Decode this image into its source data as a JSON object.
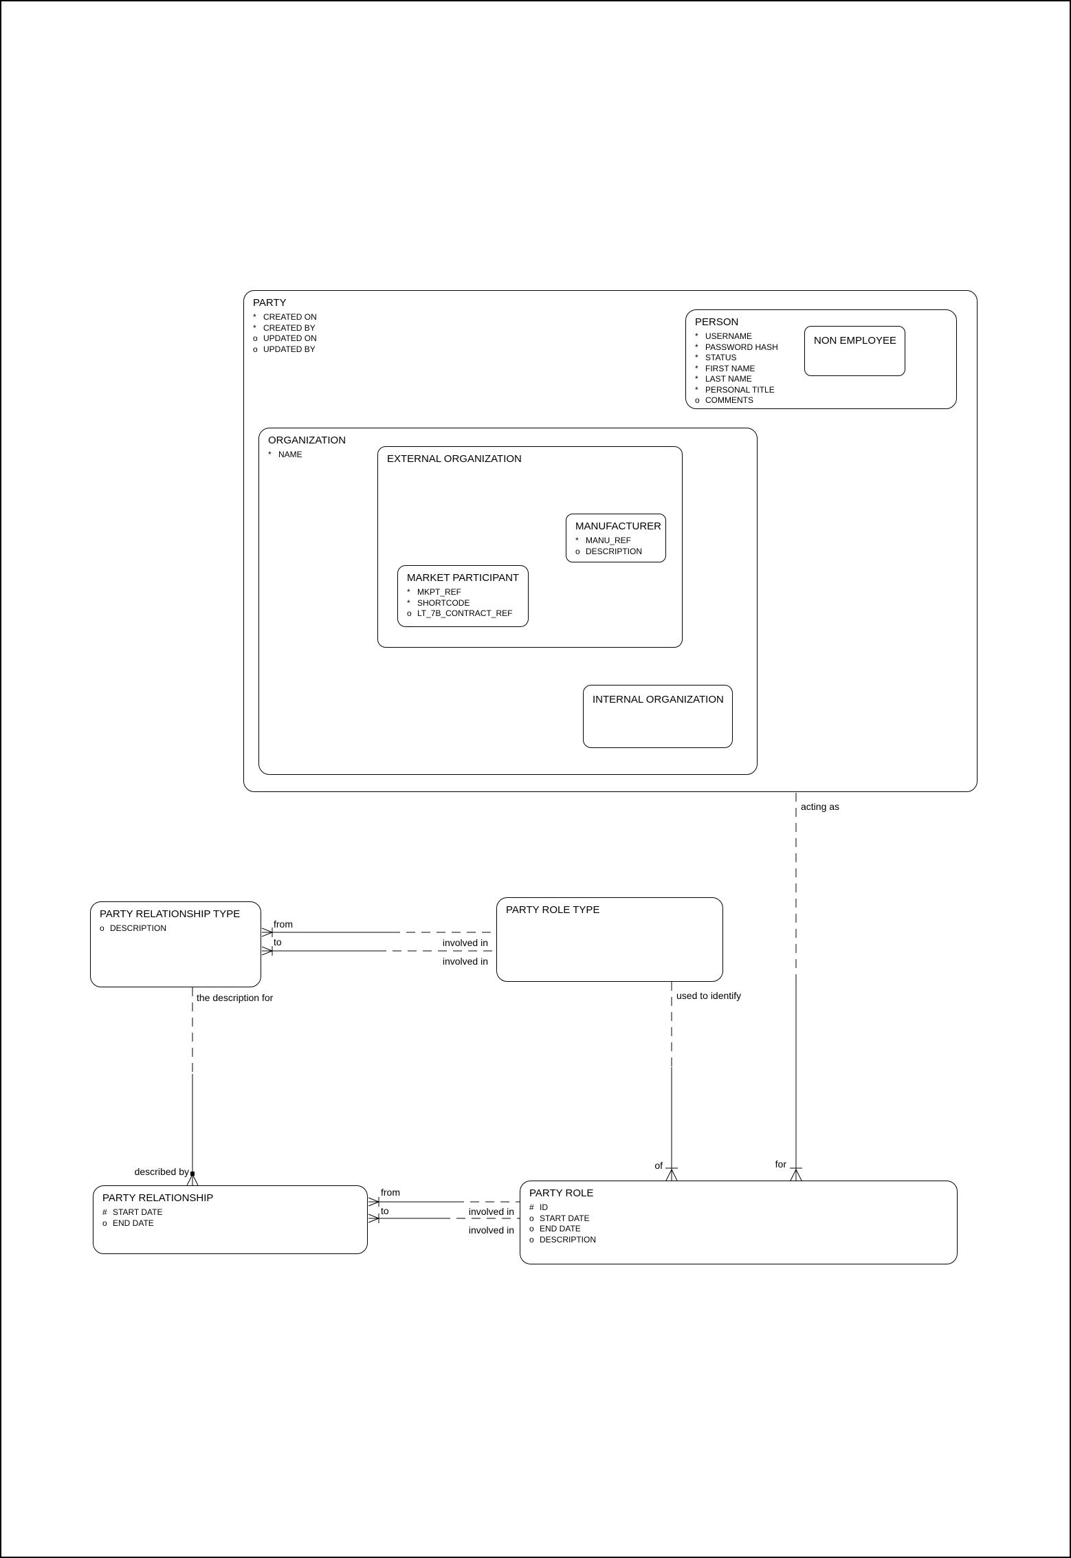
{
  "colors": {
    "line": "#000000",
    "background": "#ffffff"
  },
  "entities": {
    "party": {
      "title": "PARTY",
      "attrs": [
        {
          "m": "*",
          "n": "CREATED ON"
        },
        {
          "m": "*",
          "n": "CREATED BY"
        },
        {
          "m": "o",
          "n": "UPDATED ON"
        },
        {
          "m": "o",
          "n": "UPDATED BY"
        }
      ]
    },
    "person": {
      "title": "PERSON",
      "attrs": [
        {
          "m": "*",
          "n": "USERNAME"
        },
        {
          "m": "*",
          "n": "PASSWORD HASH"
        },
        {
          "m": "*",
          "n": "STATUS"
        },
        {
          "m": "*",
          "n": "FIRST NAME"
        },
        {
          "m": "*",
          "n": "LAST NAME"
        },
        {
          "m": "*",
          "n": "PERSONAL TITLE"
        },
        {
          "m": "o",
          "n": "COMMENTS"
        }
      ]
    },
    "non_employee": {
      "title": "NON EMPLOYEE",
      "attrs": []
    },
    "organization": {
      "title": "ORGANIZATION",
      "attrs": [
        {
          "m": "*",
          "n": "NAME"
        }
      ]
    },
    "external_organization": {
      "title": "EXTERNAL ORGANIZATION",
      "attrs": []
    },
    "manufacturer": {
      "title": "MANUFACTURER",
      "attrs": [
        {
          "m": "*",
          "n": "MANU_REF"
        },
        {
          "m": "o",
          "n": "DESCRIPTION"
        }
      ]
    },
    "market_participant": {
      "title": "MARKET PARTICIPANT",
      "attrs": [
        {
          "m": "*",
          "n": "MKPT_REF"
        },
        {
          "m": "*",
          "n": "SHORTCODE"
        },
        {
          "m": "o",
          "n": "LT_7B_CONTRACT_REF"
        },
        {
          "m": "...",
          "n": ""
        }
      ]
    },
    "internal_organization": {
      "title": "INTERNAL ORGANIZATION",
      "attrs": []
    },
    "party_relationship_type": {
      "title": "PARTY RELATIONSHIP TYPE",
      "attrs": [
        {
          "m": "o",
          "n": "DESCRIPTION"
        }
      ]
    },
    "party_role_type": {
      "title": "PARTY ROLE TYPE",
      "attrs": []
    },
    "party_relationship": {
      "title": "PARTY RELATIONSHIP",
      "attrs": [
        {
          "m": "#",
          "n": "START DATE"
        },
        {
          "m": "o",
          "n": "END DATE"
        }
      ]
    },
    "party_role": {
      "title": "PARTY ROLE",
      "attrs": [
        {
          "m": "#",
          "n": "ID"
        },
        {
          "m": "o",
          "n": "START DATE"
        },
        {
          "m": "o",
          "n": "END DATE"
        },
        {
          "m": "o",
          "n": "DESCRIPTION"
        }
      ]
    }
  },
  "rel_labels": {
    "from_top": "from",
    "to_top": "to",
    "involved_in_top_1": "involved in",
    "involved_in_top_2": "involved in",
    "acting_as": "acting as",
    "used_to_identify": "used to identify",
    "the_description_for": "the description for",
    "described_by": "described by",
    "of": "of",
    "for": "for",
    "from_bottom": "from",
    "to_bottom": "to",
    "involved_in_bottom_1": "involved in",
    "involved_in_bottom_2": "involved in"
  }
}
